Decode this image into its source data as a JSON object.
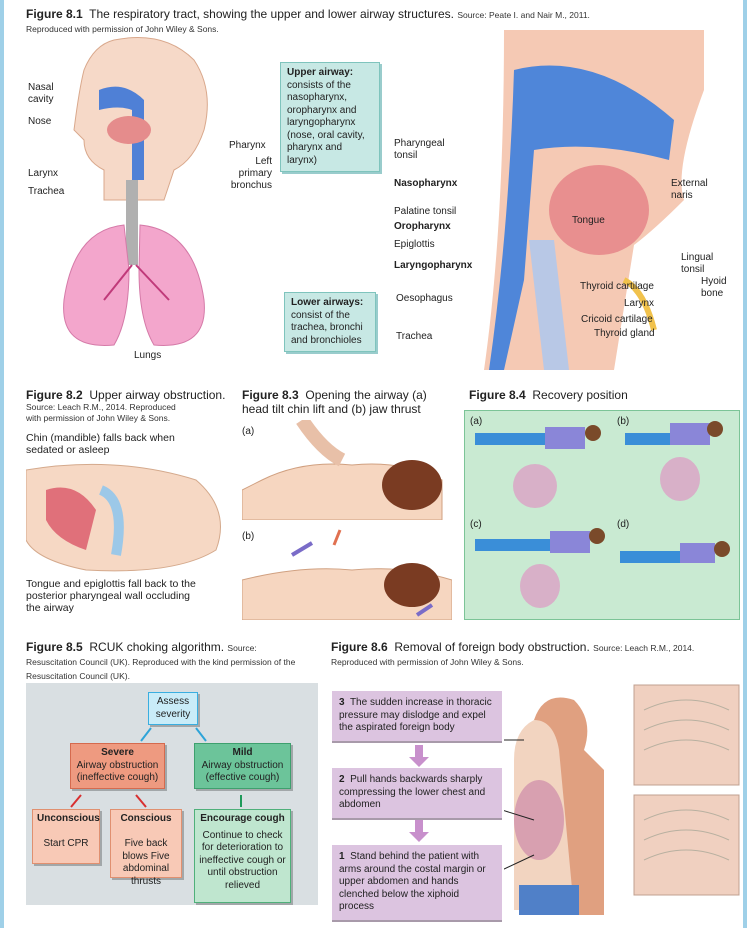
{
  "fig81": {
    "num": "Figure 8.1",
    "title": "The respiratory tract, showing the upper and lower airway structures.",
    "source": "Source: Peate I. and Nair M., 2011.",
    "permission": "Reproduced with permission of John Wiley & Sons.",
    "left_labels": [
      "Nasal cavity",
      "Nose",
      "Larynx",
      "Trachea",
      "Pharynx",
      "Left primary bronchus",
      "Lungs"
    ],
    "upper_box": {
      "title": "Upper airway:",
      "text": "consists of the nasopharynx, oropharynx and laryngopharynx (nose, oral cavity, pharynx and larynx)"
    },
    "lower_box": {
      "title": "Lower airways:",
      "text": "consist of the trachea, bronchi and bronchioles"
    },
    "right_labels": {
      "pharyngeal_tonsil": "Pharyngeal tonsil",
      "nasopharynx": "Nasopharynx",
      "palatine_tonsil": "Palatine tonsil",
      "oropharynx": "Oropharynx",
      "epiglottis": "Epiglottis",
      "laryngopharynx": "Laryngopharynx",
      "oesophagus": "Oesophagus",
      "trachea": "Trachea",
      "external_naris": "External naris",
      "tongue": "Tongue",
      "lingual_tonsil": "Lingual tonsil",
      "hyoid_bone": "Hyoid bone",
      "thyroid_cartilage": "Thyroid cartilage",
      "larynx": "Larynx",
      "cricoid_cartilage": "Cricoid cartilage",
      "thyroid_gland": "Thyroid gland"
    }
  },
  "fig82": {
    "num": "Figure 8.2",
    "title": "Upper airway obstruction.",
    "source": "Source: Leach R.M., 2014. Reproduced with permission of John Wiley & Sons.",
    "label_top": "Chin (mandible) falls back when sedated or asleep",
    "label_bottom": "Tongue and epiglottis fall back to the posterior pharyngeal wall occluding the airway"
  },
  "fig83": {
    "num": "Figure 8.3",
    "title": "Opening the airway (a) head tilt chin lift and (b) jaw thrust",
    "a": "(a)",
    "b": "(b)"
  },
  "fig84": {
    "num": "Figure 8.4",
    "title": "Recovery position",
    "panels": [
      "(a)",
      "(b)",
      "(c)",
      "(d)"
    ]
  },
  "fig85": {
    "num": "Figure 8.5",
    "title": "RCUK choking algorithm.",
    "source": "Source: Resuscitation Council (UK). Reproduced with the kind permission of the Resuscitation Council (UK).",
    "assess": "Assess severity",
    "severe": {
      "title": "Severe",
      "text": "Airway obstruction (ineffective cough)"
    },
    "mild": {
      "title": "Mild",
      "text": "Airway obstruction (effective cough)"
    },
    "unconscious": {
      "title": "Unconscious",
      "text": "Start CPR"
    },
    "conscious": {
      "title": "Conscious",
      "text": "Five back blows Five abdominal thrusts"
    },
    "encourage": {
      "title": "Encourage cough",
      "text": "Continue to check for deterioration to ineffective cough or until obstruction relieved"
    },
    "colors": {
      "assess": "#c9ecf8",
      "severe": "#ee9a80",
      "sub_severe": "#f8c9b6",
      "mild": "#6cc49a",
      "sub_mild": "#bfe6cf",
      "bg": "#d9dfe2"
    }
  },
  "fig86": {
    "num": "Figure 8.6",
    "title": "Removal of foreign body obstruction.",
    "source": "Source: Leach R.M., 2014. Reproduced with permission of John Wiley & Sons.",
    "steps": [
      {
        "n": "3",
        "text": "The sudden increase in thoracic pressure may dislodge and expel the aspirated foreign body"
      },
      {
        "n": "2",
        "text": "Pull hands backwards sharply compressing the lower chest and abdomen"
      },
      {
        "n": "1",
        "text": "Stand behind the patient with arms around the costal margin or upper abdomen and hands clenched below the xiphoid process"
      }
    ]
  }
}
